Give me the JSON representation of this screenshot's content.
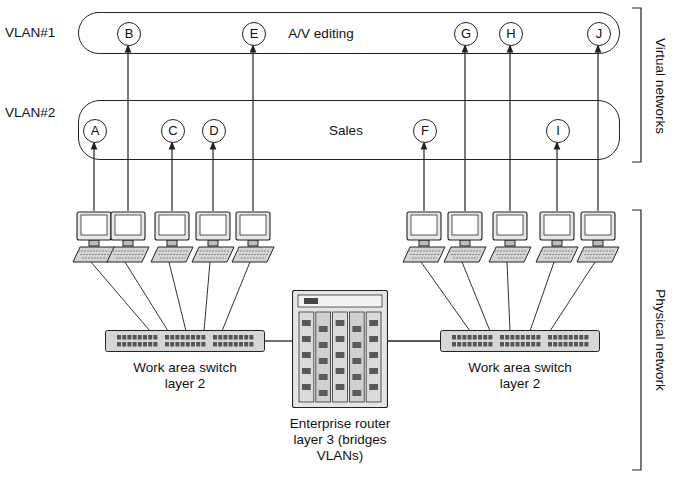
{
  "diagram": {
    "nodes": [
      {
        "text": [
          "VLAN#1",
          "A/V editing"
        ]
      },
      {
        "text": [
          "B"
        ],
        "in": 0
      },
      {
        "text": [
          "E"
        ],
        "in": 0
      },
      {
        "text": [
          "G"
        ],
        "in": 0
      },
      {
        "text": [
          "H"
        ],
        "in": 0
      },
      {
        "text": [
          "J"
        ],
        "in": 0
      },
      {
        "text": [
          "VLAN#2",
          "Sales"
        ]
      },
      {
        "text": [
          "A"
        ],
        "in": 6
      },
      {
        "text": [
          "C"
        ],
        "in": 6
      },
      {
        "text": [
          "D"
        ],
        "in": 6
      },
      {
        "text": [
          "F"
        ],
        "in": 6
      },
      {
        "text": [
          "I"
        ],
        "in": 6
      },
      {
        "text": [
          "Work area switch layer 2"
        ]
      },
      {
        "text": [
          "Enterprise router layer 3 (bridges VLANs)"
        ]
      },
      {
        "text": [
          "Work area switch layer 2"
        ]
      }
    ],
    "edges": [
      {
        "from": 12,
        "to": 13,
        "arrow": "none"
      },
      {
        "from": 13,
        "to": 14,
        "arrow": "none"
      }
    ],
    "labels": [
      "Virtual networks",
      "Physical network"
    ]
  }
}
